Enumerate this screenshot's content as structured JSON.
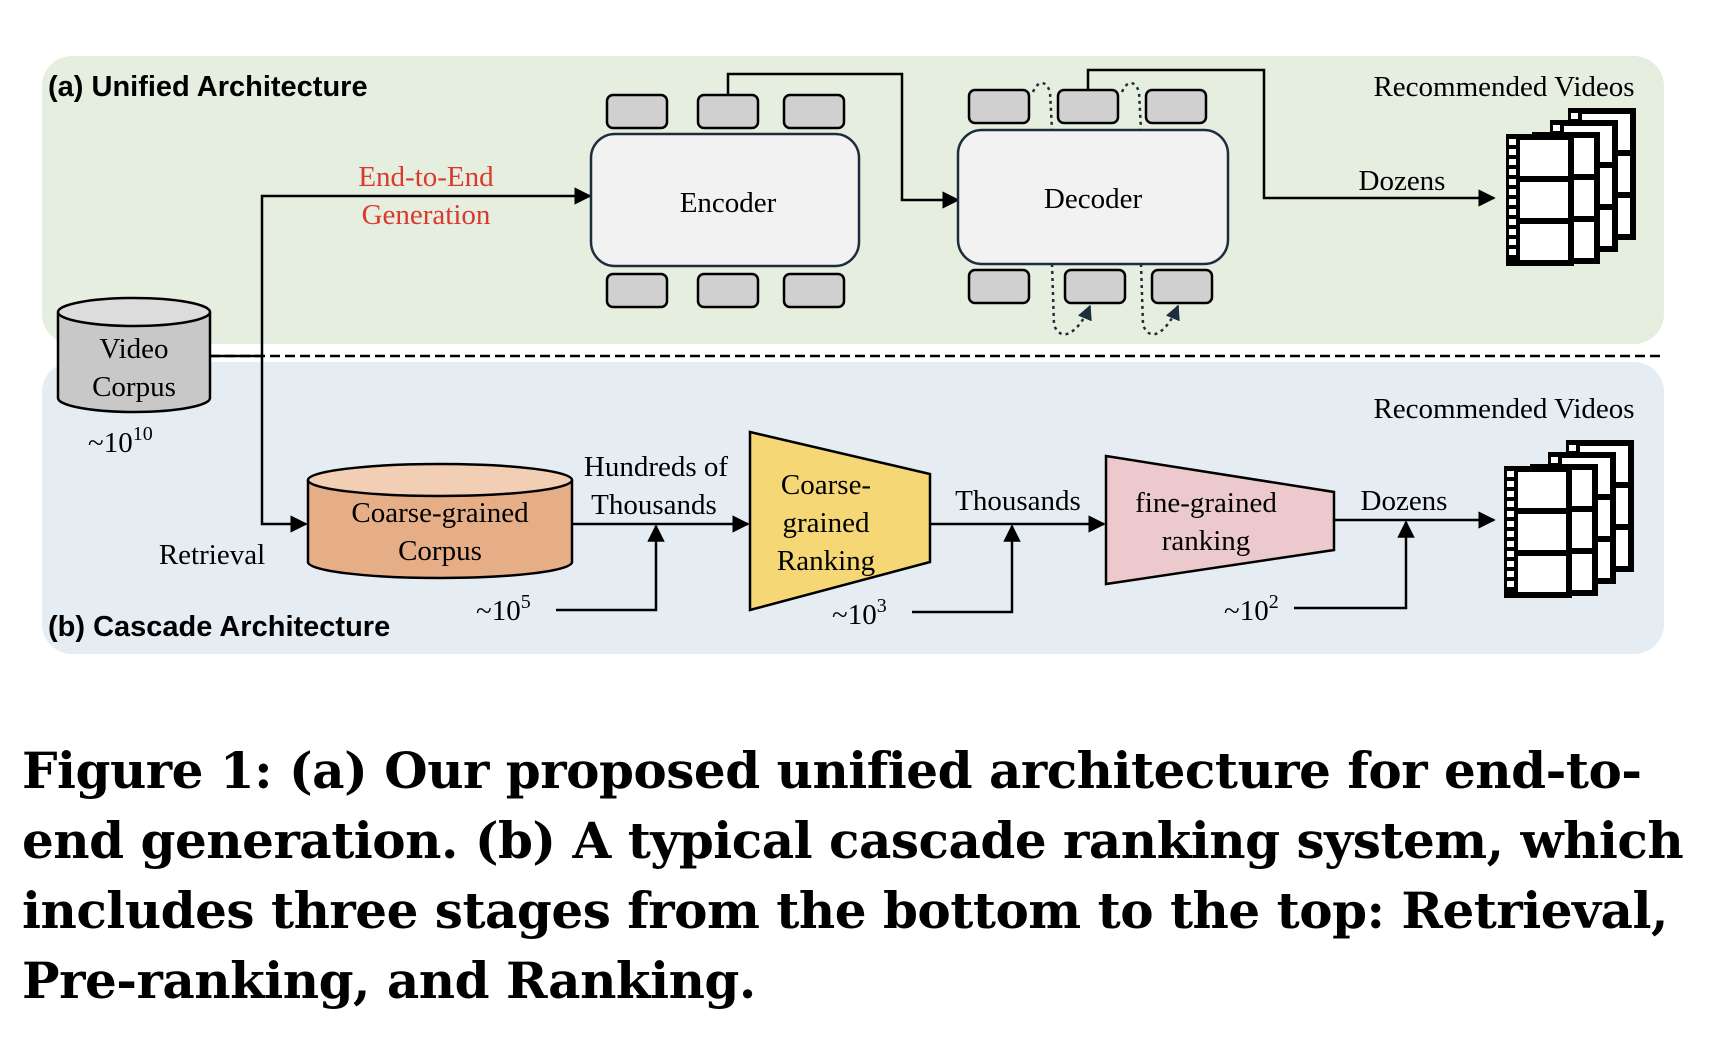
{
  "unified": {
    "section_label": "(a) Unified Architecture",
    "flow_label_line1": "End-to-End",
    "flow_label_line2": "Generation",
    "encoder_label": "Encoder",
    "decoder_label": "Decoder",
    "output_title": "Recommended Videos",
    "output_count": "Dozens",
    "accent_color": "#d83a2f",
    "panel_color": "#e6eee0"
  },
  "corpus": {
    "line1": "Video",
    "line2": "Corpus",
    "size": "~10",
    "size_exp": "10"
  },
  "cascade": {
    "section_label": "(b) Cascade Architecture",
    "retrieval_label": "Retrieval",
    "coarse_corpus_line1": "Coarse-grained",
    "coarse_corpus_line2": "Corpus",
    "count1_line1": "Hundreds of",
    "count1_line2": "Thousands",
    "size1": "~10",
    "size1_exp": "5",
    "coarse_rank_line1": "Coarse-",
    "coarse_rank_line2": "grained",
    "coarse_rank_line3": "Ranking",
    "count2": "Thousands",
    "size2": "~10",
    "size2_exp": "3",
    "fine_rank_line1": "fine-grained",
    "fine_rank_line2": "ranking",
    "count3": "Dozens",
    "size3": "~10",
    "size3_exp": "2",
    "output_title": "Recommended Videos",
    "panel_color": "#e6edf2"
  },
  "caption": {
    "text": "Figure 1: (a) Our proposed unified architecture for end-to-end generation. (b) A typical cascade ranking system, which includes three stages from the bottom to the top: Retrieval, Pre-ranking, and Ranking."
  }
}
